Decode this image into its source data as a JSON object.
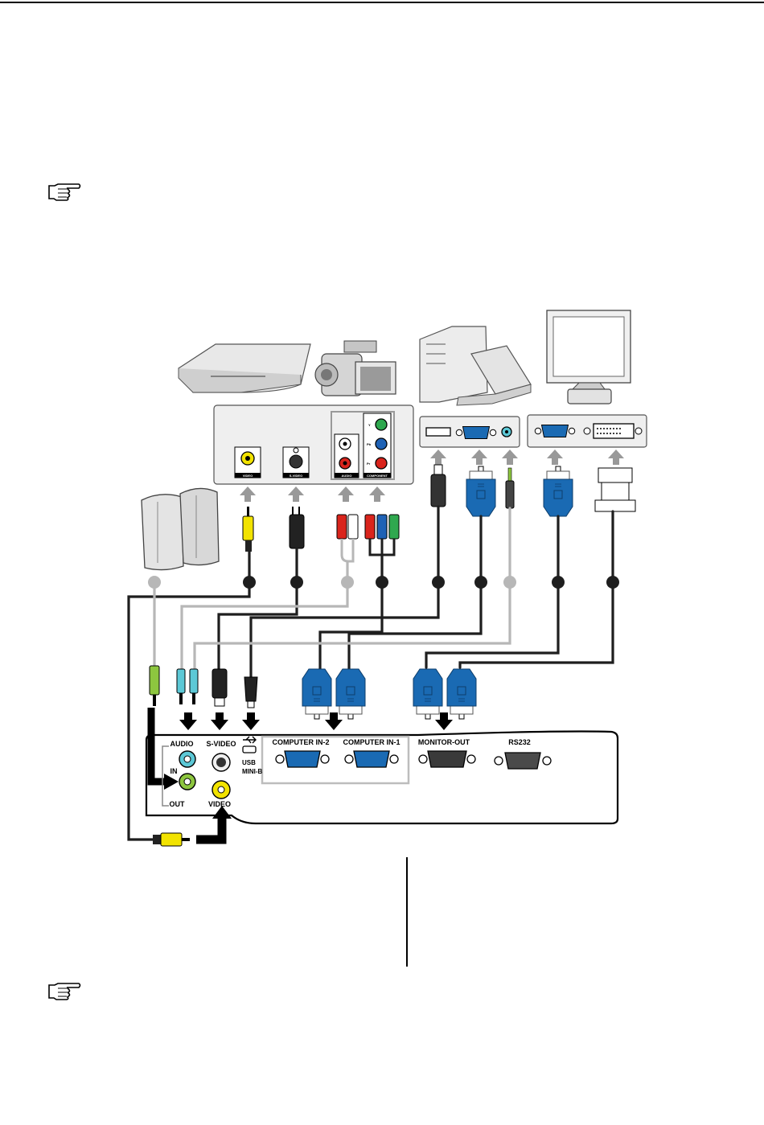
{
  "projector_panel": {
    "audio_label": "AUDIO",
    "in_label": "IN",
    "out_label": "OUT",
    "svideo_label": "S-VIDEO",
    "video_label": "VIDEO",
    "usb_label_1": "USB",
    "usb_label_2": "MINI-B",
    "computer_in_2": "COMPUTER IN-2",
    "computer_in_1": "COMPUTER IN-1",
    "monitor_out": "MONITOR-OUT",
    "rs232": "RS232"
  },
  "av_panel": {
    "video": "VIDEO",
    "svideo": "S-VIDEO",
    "audio": "AUDIO",
    "component": "COMPONENT",
    "y": "Y",
    "pb": "Pb",
    "pr": "Pr"
  },
  "colors": {
    "vga_blue": "#1a6ab3",
    "rca_yellow": "#f2e300",
    "rca_red": "#d9241c",
    "rca_green": "#2fa84f",
    "rca_blue": "#1f62b5",
    "audio_cyan": "#5cc8d6",
    "audio_lime": "#8dc63f",
    "cable_dark": "#1e1e1e",
    "cable_gray": "#b7b7b7"
  }
}
